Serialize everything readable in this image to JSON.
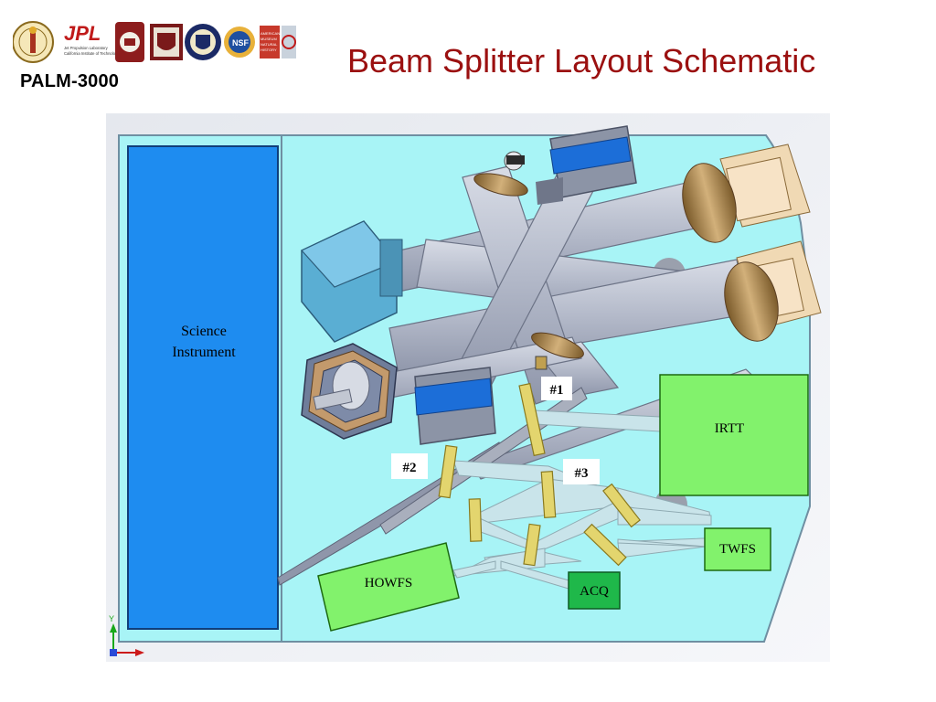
{
  "header": {
    "title": "Beam Splitter Layout Schematic",
    "brand": "PALM-3000"
  },
  "logos": {
    "jpl_text": "JPL",
    "jpl_subtitle": "Jet Propulsion Laboratory\nCalifornia Institute of Technology",
    "nsf_text": "NSF",
    "amnh_text": "AMERICAN MUSEUM NATURAL HISTORY"
  },
  "diagram": {
    "science_instrument_line1": "Science",
    "science_instrument_line2": "Instrument",
    "irtt": "IRTT",
    "twfs": "TWFS",
    "howfs": "HOWFS",
    "acq": "ACQ",
    "label_1": "#1",
    "label_2": "#2",
    "label_3": "#3",
    "axis_y": "Y",
    "colors": {
      "bench": "#a8f4f6",
      "science_box": "#1e8cf0",
      "green_box": "#82f26c",
      "acq_box": "#1fb84a",
      "beam_splitter": "#e3d56e",
      "tube": "#b9bfcf",
      "brass": "#b08a4a"
    }
  }
}
